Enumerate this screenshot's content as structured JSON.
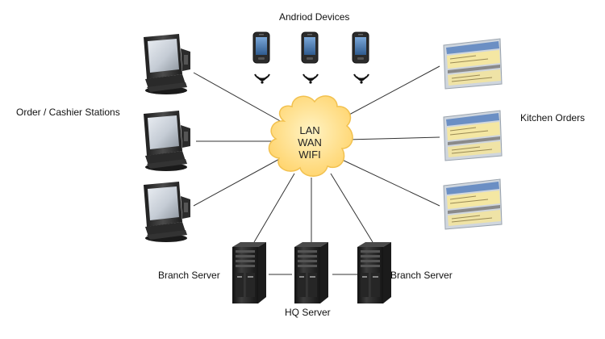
{
  "labels": {
    "android_devices": "Andriod Devices",
    "order_stations": "Order / Cashier Stations",
    "kitchen_orders": "Kitchen Orders",
    "branch_server_left": "Branch Server",
    "branch_server_right": "Branch Server",
    "hq_server": "HQ Server"
  },
  "network": {
    "lines": [
      "LAN",
      "WAN",
      "WIFI"
    ]
  },
  "colors": {
    "cloud_fill": "#ffe39a",
    "cloud_edge": "#f5c45a",
    "connector": "#333333",
    "terminal_body": "#3a3a3a",
    "server_body": "#2a2a2a"
  },
  "icons": {
    "phone": "android-phone-icon",
    "wifi": "wifi-signal-icon",
    "terminal": "pos-terminal-icon",
    "screen": "kitchen-screen-icon",
    "server": "server-tower-icon"
  }
}
